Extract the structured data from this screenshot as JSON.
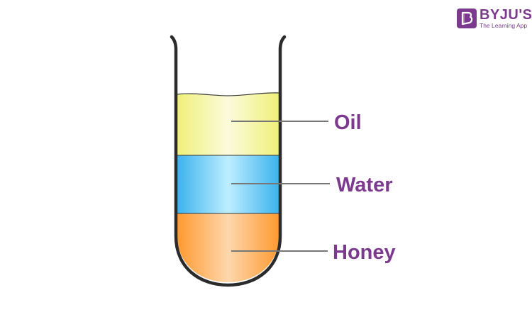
{
  "brand": {
    "logo_letter": "B",
    "name": "BYJU'S",
    "tagline": "The Learning App",
    "color": "#7c3a8e"
  },
  "layers": [
    {
      "label": "Oil",
      "top_color": "#f0f07a",
      "mid_color": "#fbfbdc"
    },
    {
      "label": "Water",
      "top_color": "#3db3ee",
      "mid_color": "#bdeeff"
    },
    {
      "label": "Honey",
      "top_color": "#ff9a30",
      "mid_color": "#fdd7ad"
    }
  ],
  "label_color": "#7c3a8e",
  "leader_line_color": "#777777",
  "tube_outline_color": "#2b2b2b"
}
